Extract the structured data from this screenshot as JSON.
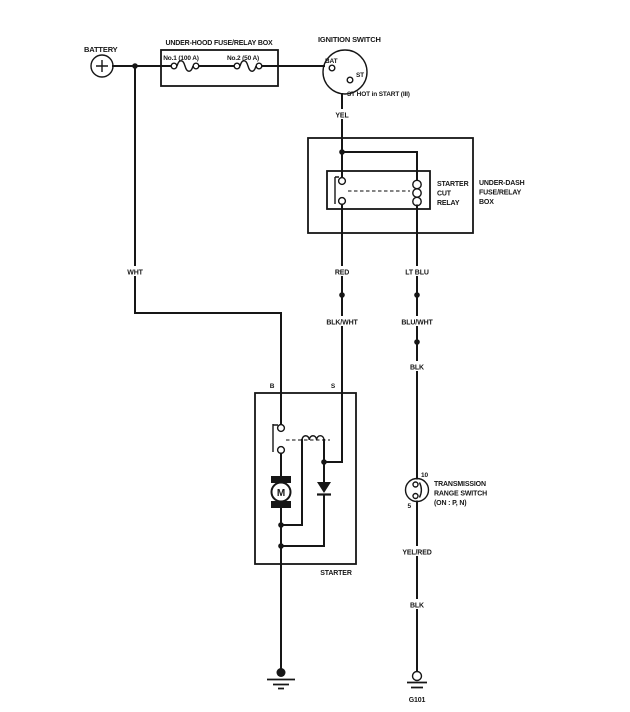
{
  "battery": {
    "label": "BATTERY"
  },
  "underhood": {
    "title": "UNDER-HOOD FUSE/RELAY BOX",
    "fuse1_label": "No.1 (100 A)",
    "fuse2_label": "No.2 (50 A)"
  },
  "ignition": {
    "title": "IGNITION SWITCH",
    "terminal_bat": "BAT",
    "terminal_st": "ST",
    "note": "ST HOT in START (III)"
  },
  "underdash": {
    "box_label": [
      "UNDER-DASH",
      "FUSE/RELAY",
      "BOX"
    ],
    "relay_label": [
      "STARTER",
      "CUT",
      "RELAY"
    ]
  },
  "wire_labels": {
    "wht": "WHT",
    "yel": "YEL",
    "red": "RED",
    "lt_blu": "LT BLU",
    "blk_wht": "BLK/WHT",
    "blu_wht": "BLU/WHT",
    "blk_upper": "BLK",
    "yel_red": "YEL/RED",
    "blk_lower": "BLK"
  },
  "starter": {
    "label": "STARTER",
    "terminal_b": "B",
    "terminal_s": "S",
    "motor_label": "M"
  },
  "transmission_switch": {
    "label": [
      "TRANSMISSION",
      "RANGE SWITCH",
      "(ON : P, N)"
    ],
    "terminal_top": "10",
    "terminal_bottom": "5"
  },
  "ground": {
    "g101": "G101"
  },
  "colors": {
    "line": "#161616",
    "background": "#ffffff"
  }
}
